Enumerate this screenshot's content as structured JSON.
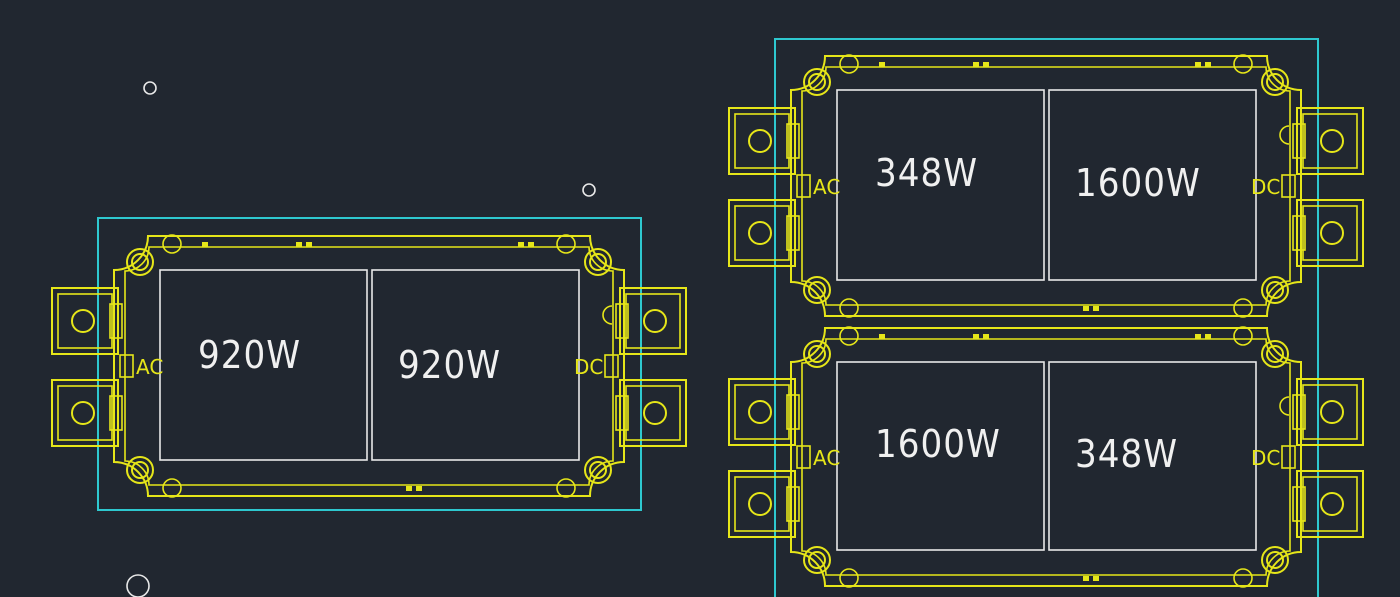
{
  "modules": [
    {
      "id": "module-single",
      "left_terminal_label": "AC",
      "right_terminal_label": "DC",
      "cells": [
        {
          "label": "920W"
        },
        {
          "label": "920W"
        }
      ]
    },
    {
      "id": "module-stack-top",
      "left_terminal_label": "AC",
      "right_terminal_label": "DC",
      "cells": [
        {
          "label": "348W"
        },
        {
          "label": "1600W"
        }
      ]
    },
    {
      "id": "module-stack-bottom",
      "left_terminal_label": "AC",
      "right_terminal_label": "DC",
      "cells": [
        {
          "label": "1600W"
        },
        {
          "label": "348W"
        }
      ]
    }
  ],
  "colors": {
    "background": "#212730",
    "module_outline": "#e6e619",
    "cell_outline": "#e8e8e8",
    "boundary": "#2ec8cf",
    "label_text": "#f0f0f0"
  }
}
